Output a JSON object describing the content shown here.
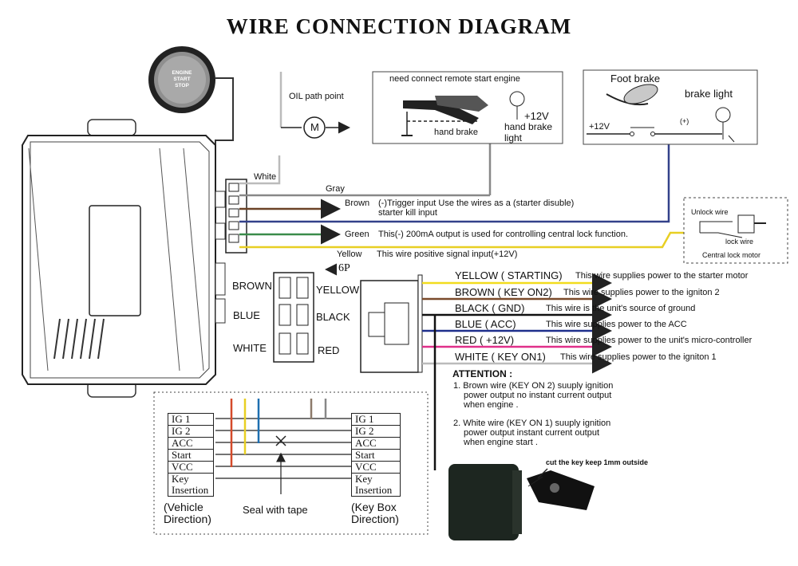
{
  "title": "WIRE CONNECTION DIAGRAM",
  "engine_button": {
    "line1": "ENGINE",
    "line2": "START",
    "line3": "STOP"
  },
  "oil_path_label": "OIL path point",
  "motor_symbol": "M",
  "remote_start_box": {
    "heading": "need connect remote start engine",
    "hand_brake": "hand brake",
    "voltage": "+12V",
    "hand_brake_light": "hand brake light"
  },
  "foot_brake_box": {
    "foot_brake": "Foot brake",
    "brake_light": "brake light",
    "voltage": "+12V",
    "polarity": "(+)"
  },
  "central_lock_box": {
    "unlock_wire": "Unlock wire",
    "lock_wire": "lock wire",
    "motor": "Central lock motor"
  },
  "wire_labels": {
    "white": "White",
    "gray": "Gray",
    "brown": "Brown",
    "brown_desc_1": "(-)Trigger input Use the wires as a (starter disuble)",
    "brown_desc_2": "starter kill input",
    "green": "Green",
    "green_desc": "This(-) 200mA output is used for controlling central lock function.",
    "yellow": "Yellow",
    "yellow_desc": "This wire positive signal input(+12V)"
  },
  "connector_6p": {
    "label": "6P",
    "left": [
      "BROWN",
      "BLUE",
      "WHITE"
    ],
    "right": [
      "YELLOW",
      "BLACK",
      "RED"
    ]
  },
  "power_wires": [
    {
      "name": "YELLOW ( STARTING)",
      "desc": "This wire supplies power to the starter motor",
      "color": "#f2dc1e"
    },
    {
      "name": "BROWN ( KEY ON2)",
      "desc": "This wire supplies power to the igniton 2",
      "color": "#7a4a2a"
    },
    {
      "name": "BLACK ( GND)",
      "desc": "This wire is the unit's source of ground",
      "color": "#111111"
    },
    {
      "name": "BLUE  ( ACC)",
      "desc": "This wire supplies power to the ACC",
      "color": "#1e2f8c"
    },
    {
      "name": "RED  ( +12V)",
      "desc": "This wire supplies power to the unit's micro-controller",
      "color": "#e0308a"
    },
    {
      "name": "WHITE ( KEY ON1)",
      "desc": "This wire supplies power to the igniton 1",
      "color": "#bbbbbb"
    }
  ],
  "attention": {
    "title": "ATTENTION :",
    "item1_1": "1. Brown wire (KEY  ON 2) suuply ignition",
    "item1_2": "power output no instant current output",
    "item1_3": "when engine .",
    "item2_1": "2. White wire (KEY  ON 1) suuply ignition",
    "item2_2": "power output  instant current output",
    "item2_3": "when engine start ."
  },
  "key_note": "cut the key keep 1mm outside",
  "harness": {
    "left_rows": [
      "IG 1",
      "IG 2",
      "ACC",
      "Start",
      "VCC",
      "Key",
      "Insertion"
    ],
    "right_rows": [
      "IG 1",
      "IG 2",
      "ACC",
      "Start",
      "VCC",
      "Key",
      "Insertion"
    ],
    "left_caption_1": "(Vehicle",
    "left_caption_2": "Direction)",
    "right_caption_1": "(Key Box",
    "right_caption_2": "Direction)",
    "seal": "Seal with tape"
  }
}
